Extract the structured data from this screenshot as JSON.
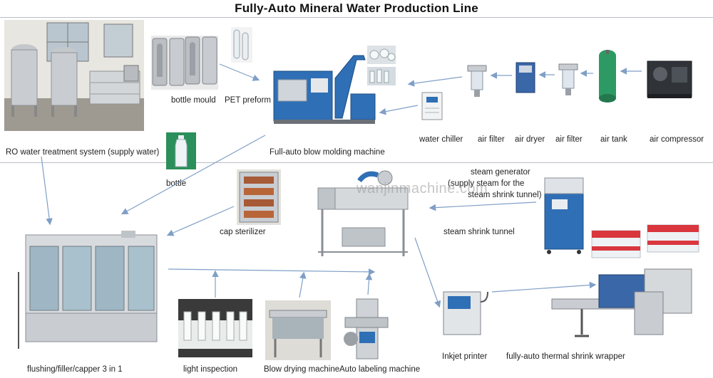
{
  "title": "Fully-Auto Mineral Water Production Line",
  "watermark": "wanjinmachine.com",
  "labels": {
    "ro_water": "RO water treatment  system (supply water)",
    "bottle_mould": "bottle mould",
    "pet_preform": "PET preform",
    "blow_molding": "Full-auto blow molding machine",
    "water_chiller": "water chiller",
    "air_filter_1": "air filter",
    "air_dryer": "air dryer",
    "air_filter_2": "air filter",
    "air_tank": "air tank",
    "air_compressor": "air compressor",
    "bottle": "bottle",
    "cap_sterilizer": "cap sterilizer",
    "steam_generator_1": "steam generator",
    "steam_generator_2": "(supply steam for the",
    "steam_generator_3": "steam shrink tunnel)",
    "steam_shrink_tunnel": "steam shrink tunnel",
    "flushing_filler_capper": "flushing/filler/capper 3 in 1",
    "light_inspection": "light inspection",
    "blow_drying": "Blow drying machine",
    "auto_labeling": "Auto labeling machine",
    "inkjet_printer": "Inkjet printer",
    "thermal_shrink_wrapper": "fully-auto thermal  shrink wrapper"
  },
  "colors": {
    "arrow": "#7f9fc6",
    "machine_blue": "#2f6fb5",
    "steel": "#c9cdd2",
    "tank_green": "#2e9a63"
  }
}
